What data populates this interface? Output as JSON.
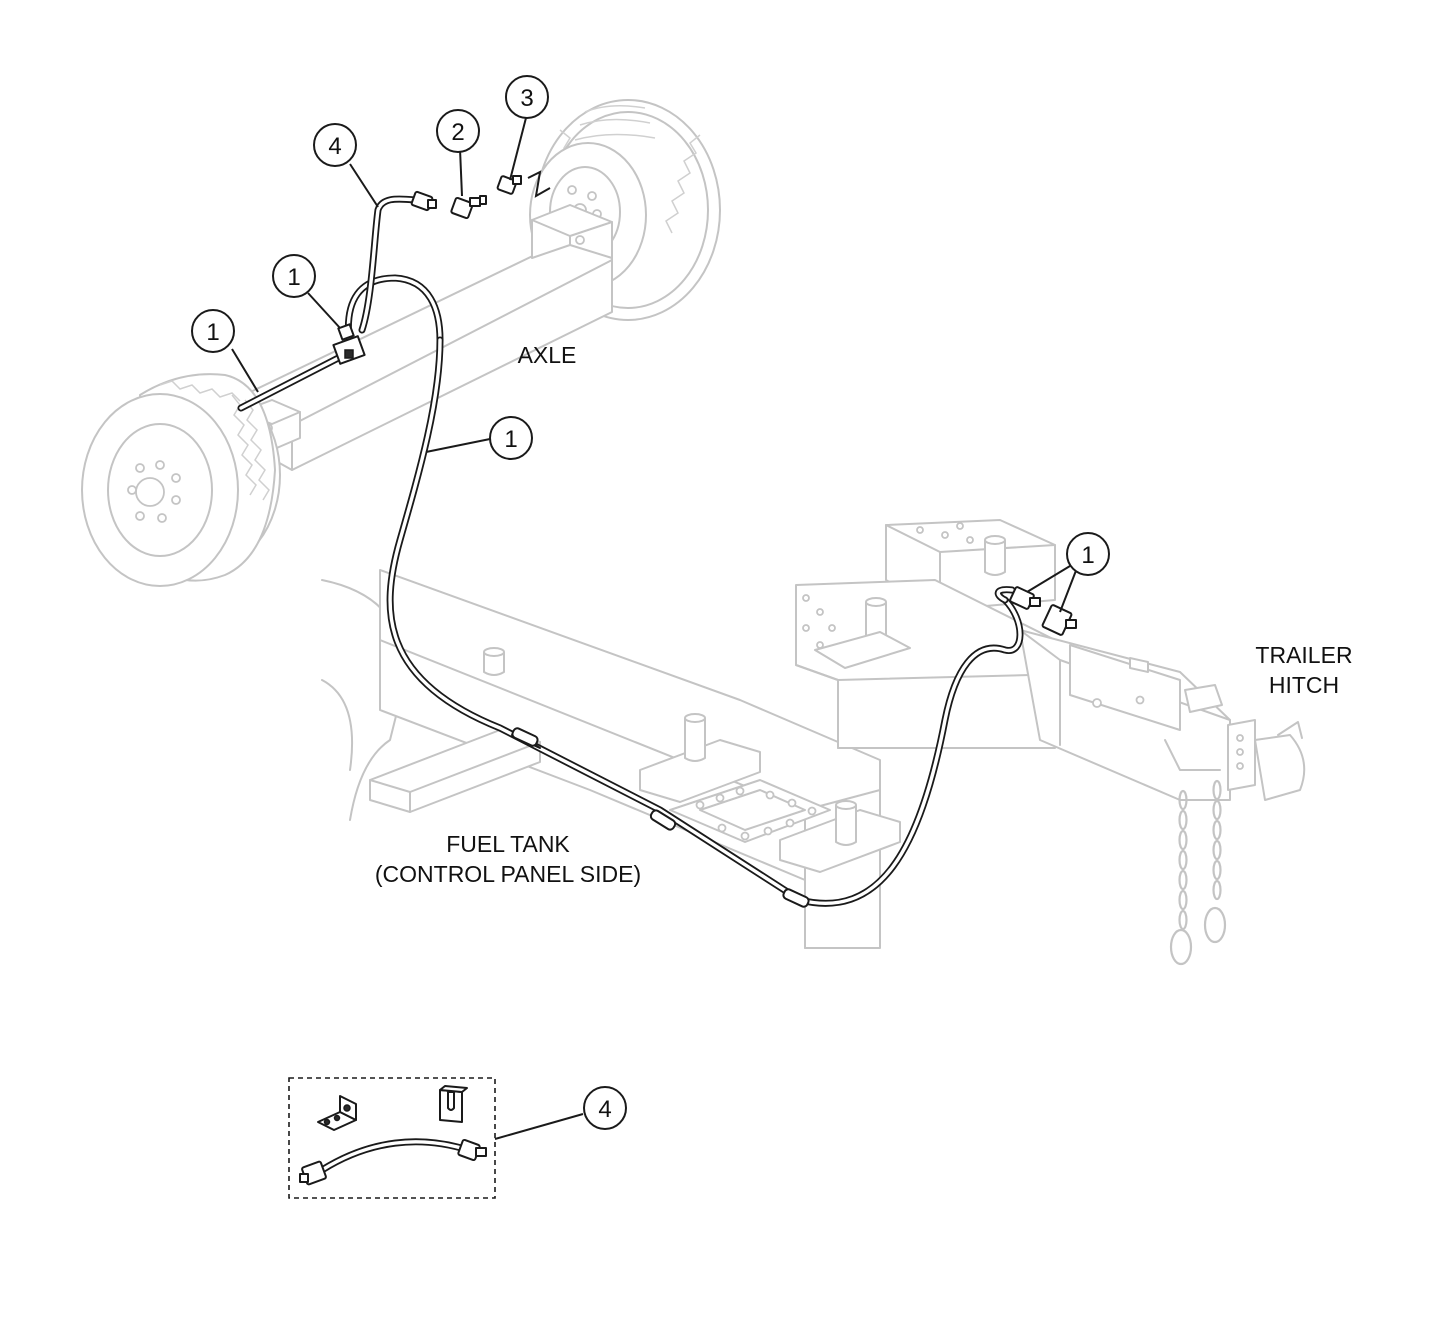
{
  "labels": {
    "axle": "AXLE",
    "trailer_hitch_line1": "TRAILER",
    "trailer_hitch_line2": "HITCH",
    "fuel_tank_line1": "FUEL TANK",
    "fuel_tank_line2": "(CONTROL PANEL SIDE)"
  },
  "callouts": {
    "c1_axle_left": "1",
    "c1_axle_tee": "1",
    "c4_top": "4",
    "c2_top": "2",
    "c3_top": "3",
    "c1_main_hose": "1",
    "c1_hitch": "1",
    "c4_kit": "4"
  }
}
